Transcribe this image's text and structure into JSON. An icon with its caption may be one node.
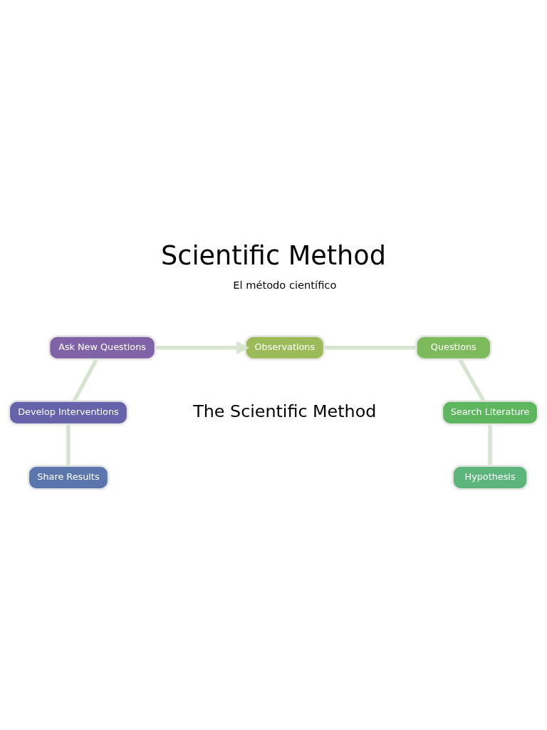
{
  "diagram": {
    "title": "Scientific Method",
    "nodes": [
      {
        "text": [
          "Observations"
        ]
      },
      {
        "text": [
          "Questions"
        ]
      },
      {
        "text": [
          "Search Literature"
        ]
      },
      {
        "text": [
          "Hypothesis"
        ]
      },
      {
        "text": [
          "Share Results"
        ]
      },
      {
        "text": [
          "Develop Interventions"
        ]
      },
      {
        "text": [
          "Ask New Questions"
        ]
      }
    ],
    "edges": [
      {
        "from": 0,
        "to": 1,
        "arrow": "none"
      },
      {
        "from": 1,
        "to": 2,
        "arrow": "none"
      },
      {
        "from": 2,
        "to": 3,
        "arrow": "none"
      },
      {
        "from": 4,
        "to": 5,
        "arrow": "none"
      },
      {
        "from": 5,
        "to": 6,
        "arrow": "none"
      },
      {
        "from": 6,
        "to": 0,
        "arrow": "to"
      }
    ],
    "labels": [
      "El método científico",
      "The Scientific Method"
    ]
  }
}
